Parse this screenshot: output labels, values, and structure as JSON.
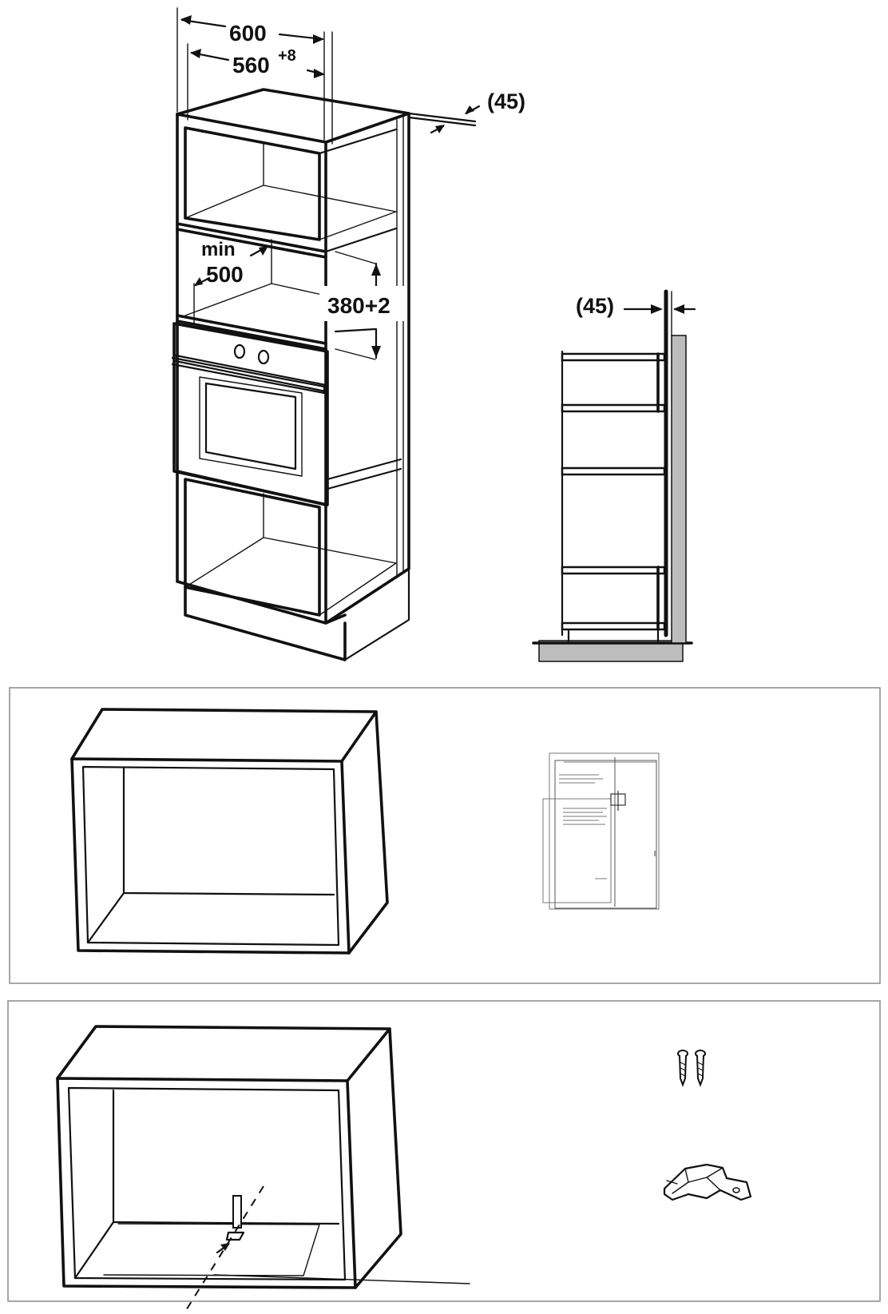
{
  "dimensions": {
    "width_total": "600",
    "width_inner_base": "560",
    "width_inner_tol": "+8",
    "rear_gap": "(45)",
    "min_label": "min",
    "min_value": "500",
    "niche_height": "380+2",
    "side_gap": "(45)"
  },
  "icons": {
    "tall_cabinet": "tall-cabinet-with-oven-icon",
    "side_section": "cabinet-side-section-icon",
    "frame_box": "frame-box-icon",
    "template_sheet": "installation-template-icon",
    "screws": "screws-icon",
    "bracket": "mounting-bracket-icon"
  },
  "colors": {
    "line": "#111111",
    "panel_border": "#8a8a8a",
    "wall_fill": "#bdbdbd"
  }
}
